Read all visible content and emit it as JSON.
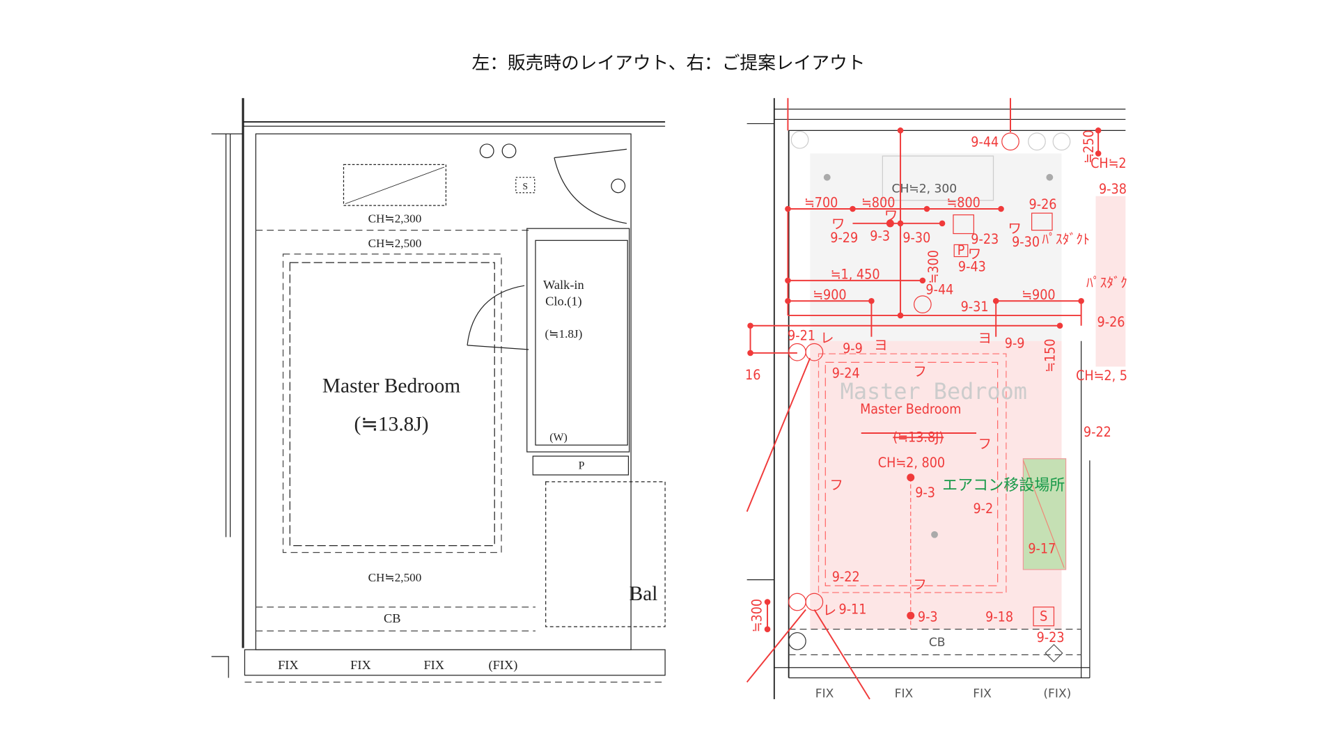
{
  "title": "左：販売時のレイアウト、右：ご提案レイアウト",
  "left_plan": {
    "ch_2300": "CH≒2,300",
    "ch_2500_top": "CH≒2,500",
    "room_name": "Master Bedroom",
    "room_size": "(≒13.8J)",
    "ch_2500_bottom": "CH≒2,500",
    "cb": "CB",
    "closet_line1": "Walk-in",
    "closet_line2": "Clo.(1)",
    "closet_size": "(≒1.8J)",
    "closet_w": "(W)",
    "p": "P",
    "balcony": "Bal",
    "s_mark": "S",
    "fix": [
      "FIX",
      "FIX",
      "FIX",
      "(FIX)"
    ]
  },
  "right_plan": {
    "ch_2300": "CH≒2, 300",
    "room_name": "Master Bedroom",
    "room_size_old": "(≒13.8J)",
    "ch_2800": "CH≒2, 800",
    "cb": "CB",
    "aircon_note": "エアコン移設場所",
    "aircon_color": "#c5e0b4",
    "accent_red": "#f03a3a",
    "fix": [
      "FIX",
      "FIX",
      "FIX",
      "(FIX)"
    ],
    "red_labels": [
      "9-44",
      "≒700",
      "≒800",
      "≒800",
      "9-26",
      "9-29",
      "9-3",
      "9-30",
      "9-23",
      "9-30",
      "ﾊﾟｽﾀﾞｸﾄ",
      "9-43",
      "≒1, 450",
      "9-44",
      "≒900",
      "9-31",
      "≒900",
      "9-21",
      "9-9",
      "9-9",
      "9-24",
      "16",
      "CH≒2, 5",
      "9-22",
      "9-38",
      "9-26",
      "CH≒2",
      "9-3",
      "9-2",
      "9-17",
      "9-22",
      "9-11",
      "9-3",
      "9-18",
      "9-23",
      "ﾊﾟｽﾀﾞｸ"
    ],
    "vertical_dims": [
      "≒250",
      "≒300",
      "≒150",
      "≒300"
    ],
    "marks": [
      "ワ",
      "ワ",
      "ワ",
      "ワ",
      "ヨ",
      "ヨ",
      "レ",
      "レ",
      "フ",
      "フ",
      "フ",
      "フ"
    ],
    "s_mark": "S",
    "p_mark": "P"
  }
}
